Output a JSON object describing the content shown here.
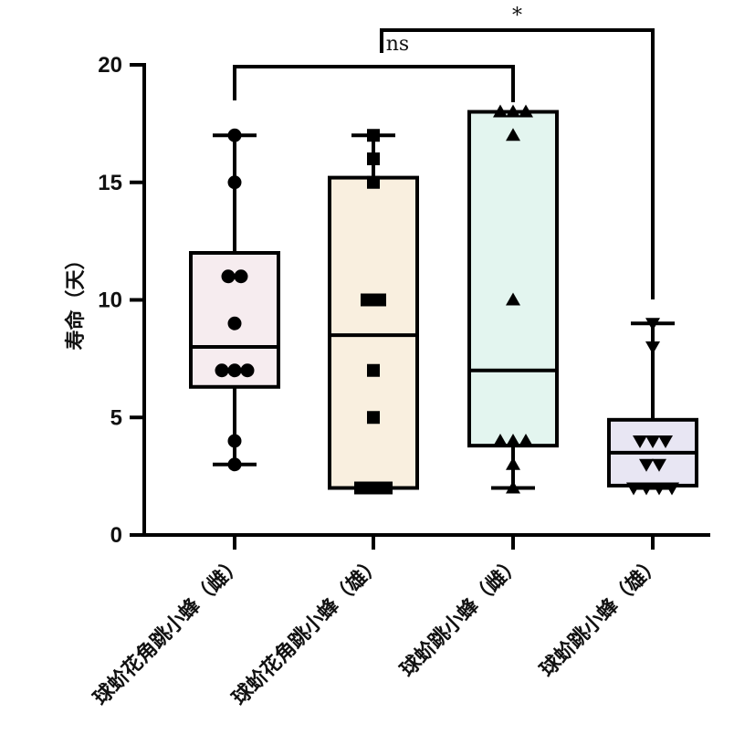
{
  "chart_data": {
    "type": "box",
    "ylabel": "寿命（天）",
    "xlabel": "",
    "ylim": [
      0,
      20
    ],
    "yticks": [
      0,
      5,
      10,
      15,
      20
    ],
    "grid": false,
    "categories": [
      "球蚧花角跳小蜂（雌）",
      "球蚧花角跳小蜂（雄）",
      "球蚧跳小蜂（雌）",
      "球蚧跳小蜂（雄）"
    ],
    "groups": [
      {
        "name": "球蚧花角跳小蜂（雌）",
        "marker": "circle",
        "fill": "#f6ecef",
        "min": 3,
        "q1": 6.3,
        "median": 8,
        "q3": 12,
        "max": 17,
        "points": [
          17,
          15,
          11,
          11,
          9,
          7,
          7,
          7,
          4,
          3
        ]
      },
      {
        "name": "球蚧花角跳小蜂（雄）",
        "marker": "square",
        "fill": "#f9efdf",
        "min": 2,
        "q1": 2,
        "median": 8.5,
        "q3": 15.2,
        "max": 17,
        "points": [
          17,
          16,
          15,
          10,
          10,
          7,
          5,
          2,
          2,
          2
        ]
      },
      {
        "name": "球蚧跳小蜂（雌）",
        "marker": "triangle-up",
        "fill": "#e3f5ef",
        "min": 2,
        "q1": 3.8,
        "median": 7,
        "q3": 18,
        "max": 18,
        "points": [
          18,
          18,
          18,
          17,
          10,
          4,
          4,
          4,
          3,
          2
        ]
      },
      {
        "name": "球蚧跳小蜂（雄）",
        "marker": "triangle-down",
        "fill": "#e8e6f3",
        "min": 2,
        "q1": 2.1,
        "median": 3.5,
        "q3": 4.9,
        "max": 9,
        "points": [
          9,
          8,
          4,
          4,
          4,
          3,
          3,
          2,
          2,
          2,
          2
        ]
      }
    ],
    "comparisons": [
      {
        "groups": [
          1,
          3
        ],
        "label": "ns"
      },
      {
        "groups": [
          2,
          4
        ],
        "label": "*"
      }
    ]
  }
}
